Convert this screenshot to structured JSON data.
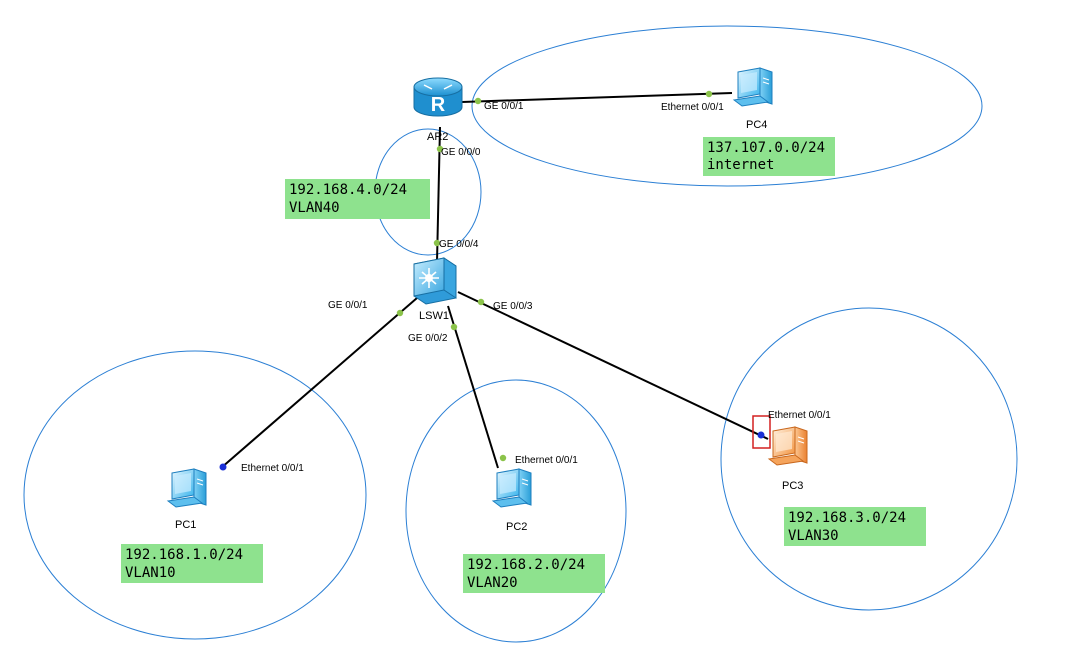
{
  "colors": {
    "zone_stroke": "#2b7fd4",
    "link": "#000000",
    "port_dot": "#8bc34a",
    "active_port_dot": "#1a2fd6",
    "note_bg": "#8ee28e",
    "selection_box": "#d42020"
  },
  "devices": {
    "router": {
      "label": "AR2",
      "icon": "router-icon"
    },
    "switch": {
      "label": "LSW1",
      "icon": "switch-icon"
    },
    "pc1": {
      "label": "PC1",
      "icon": "pc-icon"
    },
    "pc2": {
      "label": "PC2",
      "icon": "pc-icon"
    },
    "pc3": {
      "label": "PC3",
      "icon": "pc-icon-selected"
    },
    "pc4": {
      "label": "PC4",
      "icon": "pc-icon"
    }
  },
  "ports": {
    "ar2_ge001": "GE 0/0/1",
    "ar2_ge000": "GE 0/0/0",
    "lsw1_ge004": "GE 0/0/4",
    "lsw1_ge001": "GE 0/0/1",
    "lsw1_ge002": "GE 0/0/2",
    "lsw1_ge003": "GE 0/0/3",
    "pc1_eth": "Ethernet 0/0/1",
    "pc2_eth": "Ethernet 0/0/1",
    "pc3_eth": "Ethernet 0/0/1",
    "pc4_eth": "Ethernet 0/0/1"
  },
  "notes": {
    "vlan40": {
      "line1": "192.168.4.0/24",
      "line2": "VLAN40"
    },
    "internet": {
      "line1": "137.107.0.0/24",
      "line2": "internet"
    },
    "vlan10": {
      "line1": "192.168.1.0/24",
      "line2": "VLAN10"
    },
    "vlan20": {
      "line1": "192.168.2.0/24",
      "line2": "VLAN20"
    },
    "vlan30": {
      "line1": "192.168.3.0/24",
      "line2": "VLAN30"
    }
  }
}
